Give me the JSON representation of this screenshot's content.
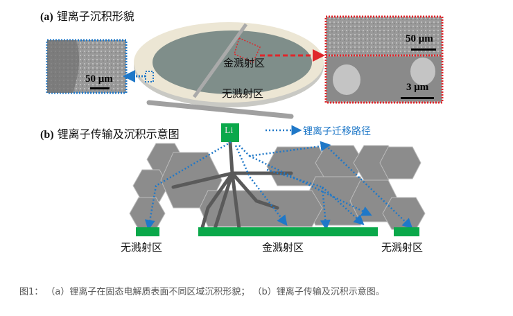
{
  "panel_a": {
    "tag": "(a)",
    "title": "锂离子沉积形貌",
    "left_sem_scale": "50 μm",
    "right_top_scale": "50 μm",
    "right_bottom_scale": "3 μm",
    "gold_region": "金溅射区",
    "no_sputter_region": "无溅射区"
  },
  "panel_b": {
    "tag": "(b)",
    "title": "锂离子传输及沉积示意图",
    "li_label": "Li",
    "legend": "锂离子迁移路径",
    "label_left": "无溅射区",
    "label_center": "金溅射区",
    "label_right": "无溅射区"
  },
  "caption": "图1： （a）锂离子在固态电解质表面不同区域沉积形貌； （b）锂离子传输及沉积示意图。",
  "colors": {
    "blue_path": "#1f78c8",
    "red_box": "#e0262b",
    "green_electrode": "#0aa84a",
    "hex_gray": "#8c8c8c"
  }
}
